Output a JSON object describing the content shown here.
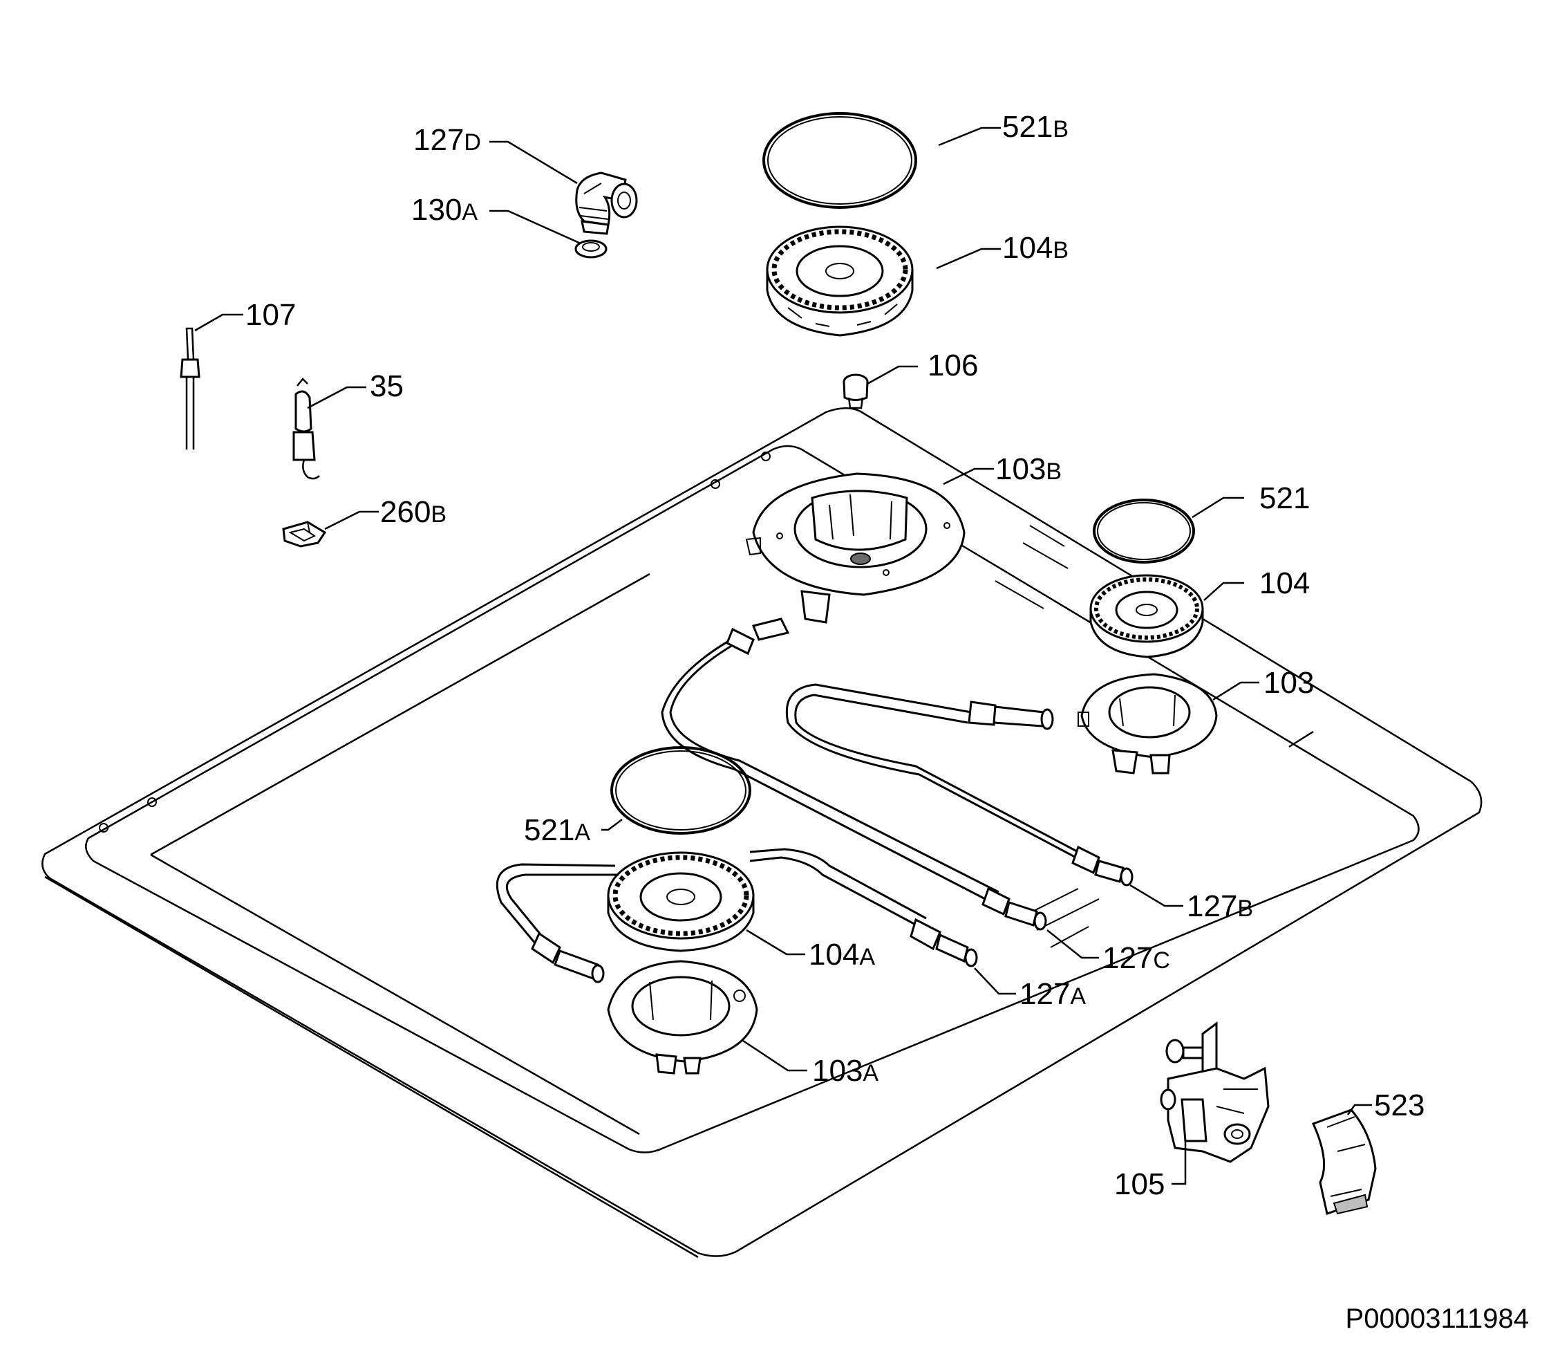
{
  "diagram": {
    "drawing_code": "P00003111984",
    "labels": {
      "l_127d": {
        "num": "127",
        "suffix": "D"
      },
      "l_130a": {
        "num": "130",
        "suffix": "A"
      },
      "l_521b": {
        "num": "521",
        "suffix": "B"
      },
      "l_104b": {
        "num": "104",
        "suffix": "B"
      },
      "l_107": {
        "num": "107",
        "suffix": ""
      },
      "l_35": {
        "num": "35",
        "suffix": ""
      },
      "l_106": {
        "num": "106",
        "suffix": ""
      },
      "l_260b": {
        "num": "260",
        "suffix": "B"
      },
      "l_103b": {
        "num": "103",
        "suffix": "B"
      },
      "l_521": {
        "num": "521",
        "suffix": ""
      },
      "l_104": {
        "num": "104",
        "suffix": ""
      },
      "l_103": {
        "num": "103",
        "suffix": ""
      },
      "l_521a": {
        "num": "521",
        "suffix": "A"
      },
      "l_104a": {
        "num": "104",
        "suffix": "A"
      },
      "l_127b": {
        "num": "127",
        "suffix": "B"
      },
      "l_127c": {
        "num": "127",
        "suffix": "C"
      },
      "l_127a": {
        "num": "127",
        "suffix": "A"
      },
      "l_103a": {
        "num": "103",
        "suffix": "A"
      },
      "l_523": {
        "num": "523",
        "suffix": ""
      },
      "l_105": {
        "num": "105",
        "suffix": ""
      }
    }
  }
}
